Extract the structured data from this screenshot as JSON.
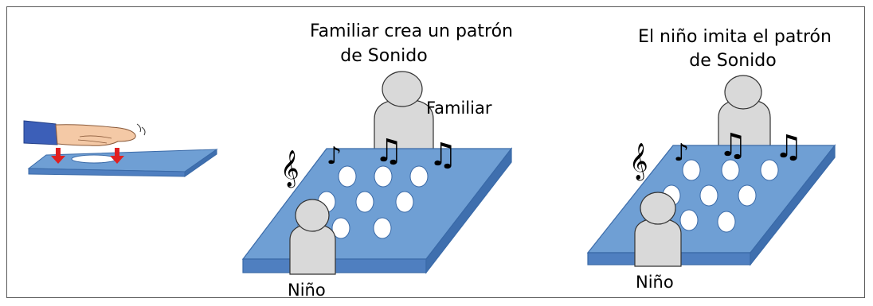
{
  "panels": {
    "left_title": "Familiar crea un patrón\nde Sonido",
    "right_title": "El niño imita el patrón\nde Sonido"
  },
  "labels": {
    "familiar": "Familiar",
    "nino_left": "Niño",
    "nino_right": "Niño"
  },
  "symbols": {
    "treble_clef": "𝄞",
    "eighth_note": "♪",
    "beamed_notes": "♫"
  },
  "colors": {
    "board_top": "#6f9fd4",
    "board_side": "#4f7fc0",
    "board_edge": "#3a6aa8",
    "person_fill": "#d9d9d9",
    "person_stroke": "#333333",
    "arrow": "#e02020"
  }
}
